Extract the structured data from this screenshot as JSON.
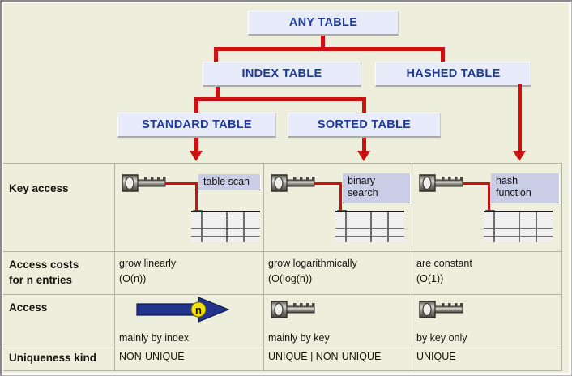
{
  "diagram": {
    "title_nodes": [
      {
        "id": "any-table",
        "label": "ANY TABLE"
      },
      {
        "id": "index-table",
        "label": "INDEX TABLE"
      },
      {
        "id": "hashed-table",
        "label": "HASHED TABLE"
      },
      {
        "id": "standard-table",
        "label": "STANDARD TABLE"
      },
      {
        "id": "sorted-table",
        "label": "SORTED TABLE"
      }
    ],
    "colors": {
      "node_fill": "#e8ecfa",
      "node_text": "#1f3b99",
      "connector": "#cc1111",
      "page_background": "#edeedb",
      "chip_fill": "#c9cde6",
      "arrow_blue": "#22348a",
      "arrow_badge": "#f2e200"
    }
  },
  "table": {
    "row_labels": [
      "Key access",
      "Access costs",
      "for n entries",
      "Access",
      "Uniqueness kind"
    ],
    "columns": [
      {
        "key": "standard",
        "key_access_callout": "table scan",
        "access_costs_line1": "grow linearly",
        "access_costs_line2": "(O(n))",
        "access_caption": "mainly by index",
        "access_icon": "blue-n-arrow-icon",
        "uniqueness": "NON-UNIQUE"
      },
      {
        "key": "sorted",
        "key_access_callout": "binary\nsearch",
        "access_costs_line1": "grow logarithmically",
        "access_costs_line2": "(O(log(n))",
        "access_caption": "mainly by key",
        "access_icon": "key-icon",
        "uniqueness": "UNIQUE | NON-UNIQUE"
      },
      {
        "key": "hashed",
        "key_access_callout": "hash\nfunction",
        "access_costs_line1": "are constant",
        "access_costs_line2": "(O(1))",
        "access_caption": "by key only",
        "access_icon": "key-icon",
        "uniqueness": "UNIQUE"
      }
    ],
    "arrow_badge_label": "n"
  }
}
